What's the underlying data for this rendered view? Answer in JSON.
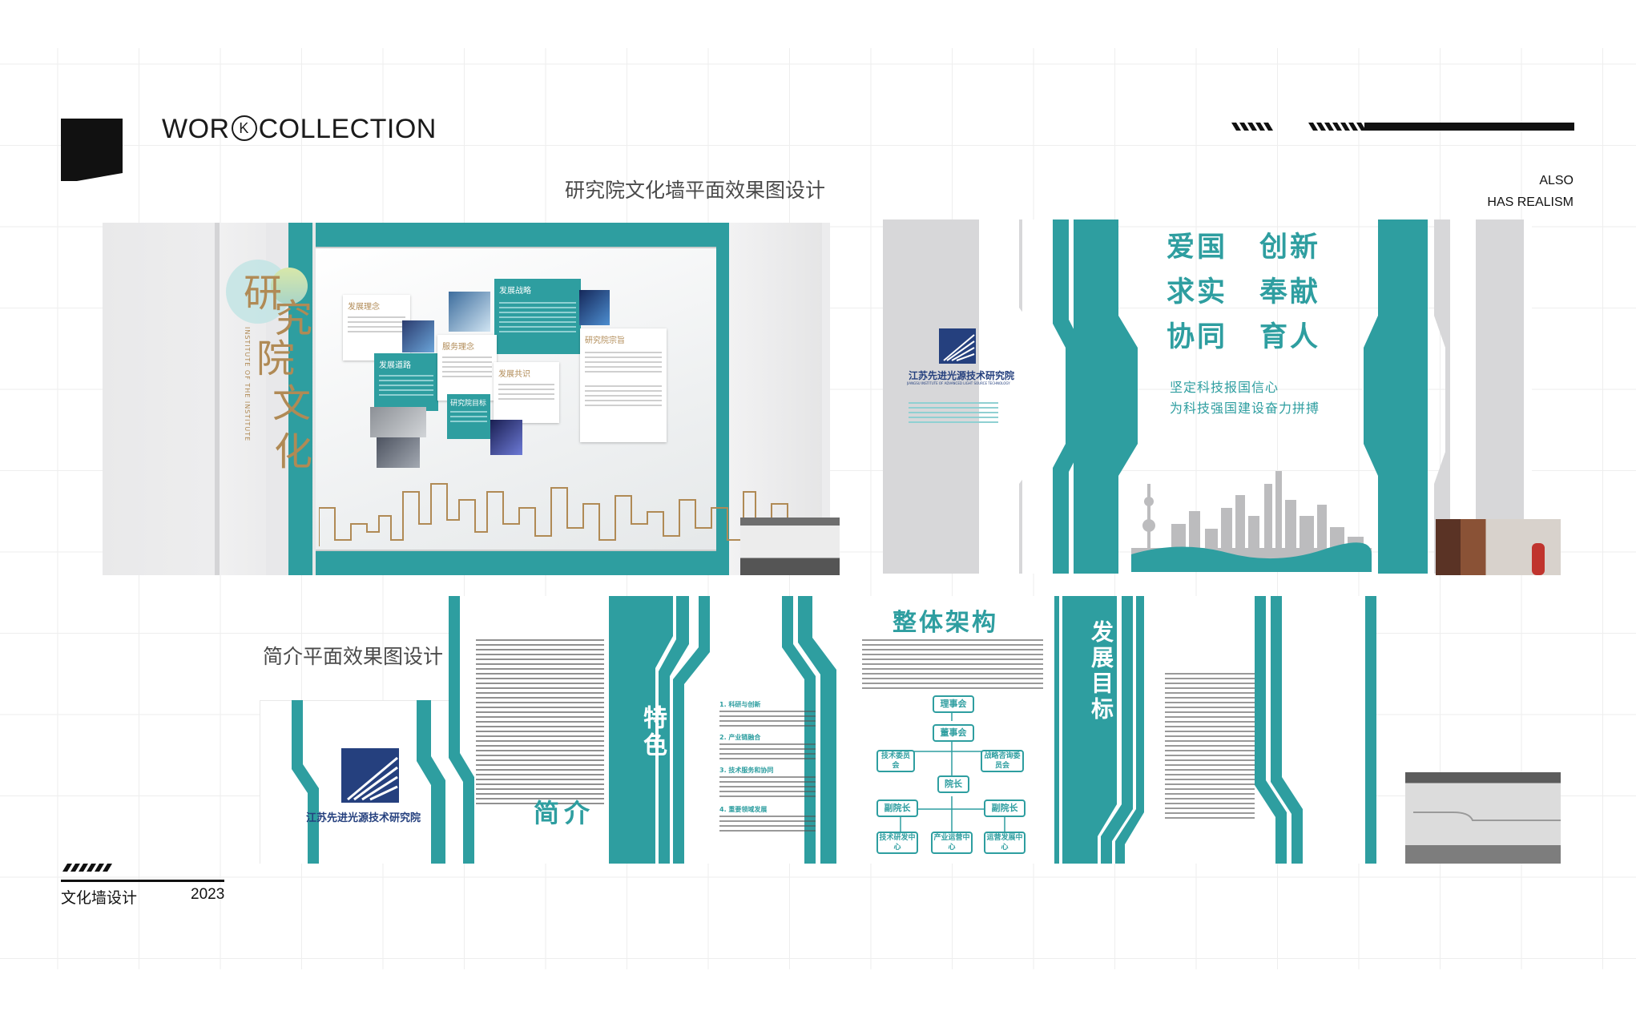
{
  "header": {
    "brand_pre": "WOR",
    "brand_k": "K",
    "brand_post": "COLLECTION",
    "also_line1": "ALSO",
    "also_line2": "HAS REALISM"
  },
  "sections": {
    "top_title": "研究院文化墙平面效果图设计",
    "bottom_title": "简介平面效果图设计"
  },
  "panel1": {
    "big_chars": [
      "研",
      "究",
      "院",
      "文",
      "化"
    ],
    "vertical_en": "INSTITUTE OF THE INSTITUTE",
    "cards": [
      "发展理念",
      "发展道路",
      "发展战略",
      "服务理念",
      "研究院宗旨",
      "发展共识",
      "研究院目标"
    ]
  },
  "panel2": {
    "slogans": [
      "爱国",
      "创新",
      "求实",
      "奉献",
      "协同",
      "育人"
    ],
    "sub_line1": "坚定科技报国信心",
    "sub_line2": "为科技强国建设奋力拼搏",
    "logo_name": "江苏先进光源技术研究院",
    "logo_en": "JIANGSU INSTITUTE OF ADVANCED LIGHT SOURCE TECHNOLOGY"
  },
  "panel3": {
    "logo_name": "江苏先进光源技术研究院",
    "intro_title": "简介",
    "feature_title": "特色",
    "arch_title": "整体架构",
    "goal_title": "发展目标",
    "org": {
      "board": "理事会",
      "council": "董事会",
      "tech_committee": "技术委员会",
      "strategy_committee": "战略咨询委员会",
      "president": "院长",
      "vp_left": "副院长",
      "vp_right": "副院长",
      "center1": "技术研发中心",
      "center2": "产业运营中心",
      "center3": "运营发展中心"
    },
    "features": [
      "1. 科研与创新",
      "2. 产业链融合",
      "3. 技术服务和协同",
      "4. 重要领域发展"
    ]
  },
  "footer": {
    "label": "文化墙设计",
    "year": "2023"
  },
  "colors": {
    "teal": "#2e9ea0",
    "gold": "#b08a55",
    "dark": "#111111"
  }
}
